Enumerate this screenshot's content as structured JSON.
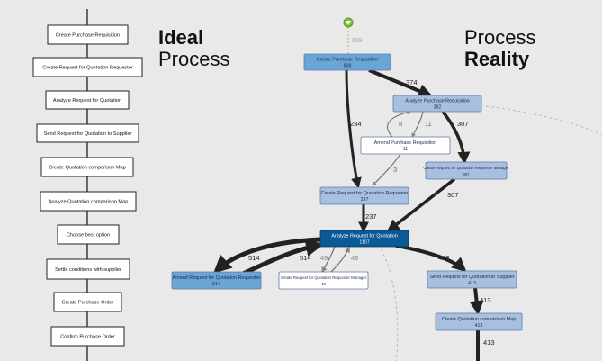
{
  "headings": {
    "ideal_line1": "Ideal",
    "ideal_line2": "Process",
    "reality_line1": "Process",
    "reality_line2": "Reality"
  },
  "colors": {
    "ideal_box_border": "#222222",
    "node_light_blue": "#a9bfe0",
    "node_mid_blue": "#6aa5d8",
    "node_dark_blue": "#0a5a96",
    "node_white": "#ffffff",
    "start_marker": "#7cbf3a",
    "edge": "#222222",
    "edge_faint": "#888888"
  },
  "ideal_steps": [
    "Create Purchase Requisition",
    "Create Request for Quotation Requester",
    "Analyze Request for Quotation",
    "Send Request for Quotation to Supplier",
    "Create Quotation comparison Map",
    "Analyze Quotation comparison Map",
    "Choose best option",
    "Settle conditions with supplier",
    "Create Purchase Order",
    "Confirm Purchase Order"
  ],
  "reality": {
    "start_count": "608",
    "nodes": [
      {
        "id": "cpr",
        "name": "Create Purchase Requisition",
        "count": "608",
        "style": "mid"
      },
      {
        "id": "apr",
        "name": "Analyze Purchase Requisition",
        "count": "382",
        "style": "light"
      },
      {
        "id": "amend_pr",
        "name": "Amend Purchase Requisition",
        "count": "11",
        "style": "white"
      },
      {
        "id": "crfq_mgr",
        "name": "Create Request for Quotation Requester Manager",
        "count": "307",
        "style": "light"
      },
      {
        "id": "crfq_req",
        "name": "Create Request for Quotation Requester",
        "count": "237",
        "style": "light"
      },
      {
        "id": "arfq",
        "name": "Analyze Request for Quotation",
        "count": "1107",
        "style": "dark"
      },
      {
        "id": "amend_rfq",
        "name": "Amend Request for Quotation Requester",
        "count": "514",
        "style": "mid"
      },
      {
        "id": "crfq_mgr2",
        "name": "Create Request for Quotation Requester Manager",
        "count": "49",
        "style": "white"
      },
      {
        "id": "send_rfq",
        "name": "Send Request for Quotation to Supplier",
        "count": "413",
        "style": "light"
      },
      {
        "id": "cqcm",
        "name": "Create Quotation comparison Map",
        "count": "413",
        "style": "light"
      }
    ],
    "edges": [
      {
        "from": "cpr",
        "to": "apr",
        "label": "374"
      },
      {
        "from": "cpr",
        "to": "crfq_req",
        "label": "234"
      },
      {
        "from": "apr",
        "to": "amend_pr",
        "label": "11"
      },
      {
        "from": "amend_pr",
        "to": "apr",
        "label": "8"
      },
      {
        "from": "apr",
        "to": "crfq_mgr",
        "label": "307"
      },
      {
        "from": "amend_pr",
        "to": "crfq_req",
        "label": "3"
      },
      {
        "from": "crfq_mgr",
        "to": "arfq",
        "label": "307"
      },
      {
        "from": "crfq_req",
        "to": "arfq",
        "label": "237"
      },
      {
        "from": "arfq",
        "to": "amend_rfq",
        "label": "514"
      },
      {
        "from": "amend_rfq",
        "to": "arfq",
        "label": "514"
      },
      {
        "from": "arfq",
        "to": "crfq_mgr2",
        "label": "49"
      },
      {
        "from": "crfq_mgr2",
        "to": "arfq",
        "label": "49"
      },
      {
        "from": "arfq",
        "to": "send_rfq",
        "label": "413"
      },
      {
        "from": "send_rfq",
        "to": "cqcm",
        "label": "413"
      },
      {
        "from": "cqcm",
        "to": "out",
        "label": "413"
      }
    ]
  }
}
